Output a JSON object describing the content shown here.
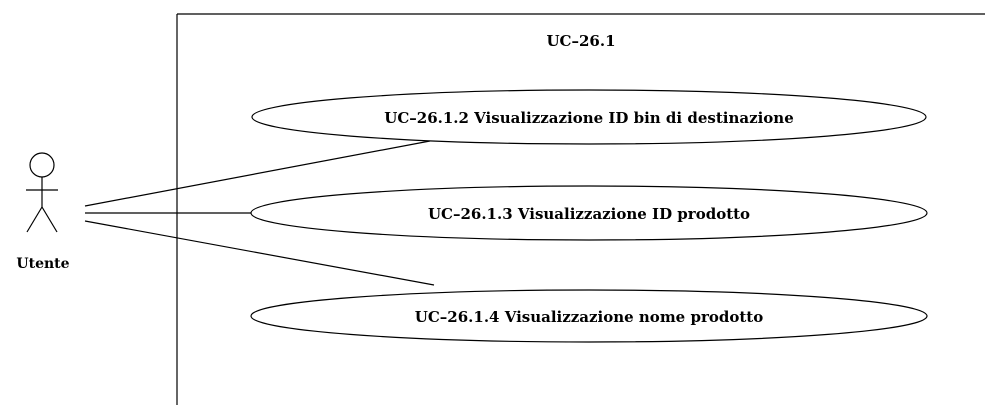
{
  "system": {
    "title": "UC–26.1"
  },
  "actor": {
    "label": "Utente"
  },
  "use_cases": [
    {
      "label": "UC–26.1.2 Visualizzazione ID bin di destinazione"
    },
    {
      "label": "UC–26.1.3 Visualizzazione ID prodotto"
    },
    {
      "label": "UC–26.1.4 Visualizzazione nome prodotto"
    }
  ]
}
